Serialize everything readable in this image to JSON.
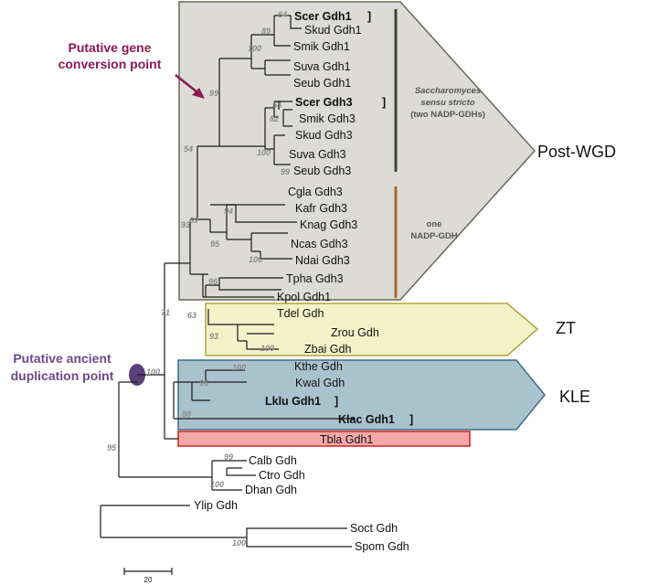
{
  "colors": {
    "post_wgd_fill": "#dcdbd7",
    "zt_fill": "#f4f2c9",
    "kle_fill": "#a9c3ce",
    "tbla_fill": "#f4a9a8",
    "tbla_border": "#cc2222",
    "conversion_label": "#8b1a4f",
    "duplication_label": "#6a4a8a",
    "duplication_marker": "#5a3f7a",
    "scer_gdh1": "#8b1a1a",
    "scer_gdh3": "#1a237e",
    "lklu": "#2e7d1e",
    "klac": "#1f8a8a",
    "sensu_stricto_bar": "#3d4a2a",
    "nadp_bar": "#b5652a"
  },
  "groups": {
    "post_wgd": "Post-WGD",
    "zt": "ZT",
    "kle": "KLE"
  },
  "annotations": {
    "conversion_line1": "Putative gene",
    "conversion_line2": "conversion point",
    "duplication_line1": "Putative ancient",
    "duplication_line2": "duplication point",
    "sensu_line1": "Saccharomyces",
    "sensu_line2": "sensu stricto",
    "sensu_line3": "(two NADP-GDHs)",
    "one_line1": "one",
    "one_line2": "NADP-GDH"
  },
  "taxa": {
    "scer_gdh1": "Scer Gdh1",
    "skud_gdh1": "Skud Gdh1",
    "smik_gdh1": "Smik Gdh1",
    "suva_gdh1": "Suva Gdh1",
    "seub_gdh1": "Seub Gdh1",
    "scer_gdh3": "Scer Gdh3",
    "smik_gdh3": "Smik Gdh3",
    "skud_gdh3": "Skud Gdh3",
    "suva_gdh3": "Suva Gdh3",
    "seub_gdh3": "Seub Gdh3",
    "cgla_gdh3": "Cgla Gdh3",
    "kafr_gdh3": "Kafr Gdh3",
    "knag_gdh3": "Knag Gdh3",
    "ncas_gdh3": "Ncas Gdh3",
    "ndai_gdh3": "Ndai Gdh3",
    "tpha_gdh3": "Tpha Gdh3",
    "kpol_gdh1": "Kpol Gdh1",
    "tdel_gdh": "Tdel Gdh",
    "zrou_gdh": "Zrou Gdh",
    "zbai_gdh": "Zbai Gdh",
    "kthe_gdh": "Kthe Gdh",
    "kwal_gdh": "Kwal Gdh",
    "lklu_gdh1": "Lklu Gdh1",
    "klac_gdh1": "Klac Gdh1",
    "tbla_gdh1": "Tbla Gdh1",
    "calb_gdh": "Calb Gdh",
    "ctro_gdh": "Ctro Gdh",
    "dhan_gdh": "Dhan Gdh",
    "ylip_gdh": "Ylip Gdh",
    "soct_gdh": "Soct Gdh",
    "spom_gdh": "Spom Gdh"
  },
  "brackets": {
    "scer_gdh1": "]",
    "scer_gdh3": "]",
    "lklu_gdh1": "]",
    "klac_gdh1": "]"
  },
  "bootstrap": {
    "b64": "64",
    "b89": "89",
    "b100_gdh1": "100",
    "b99_main": "99",
    "b54_gdh3": "54",
    "b82": "82",
    "b100_gdh3": "100",
    "b99_gdh3": "99",
    "b54_outer": "54",
    "b69": "69",
    "b93": "93",
    "b94": "94",
    "b95_inner": "95",
    "b100_ncas": "100",
    "b96_tpha": "96",
    "b63": "63",
    "b93_zt": "93",
    "b100_zt": "100",
    "b71": "71",
    "b100_kle": "100",
    "b96_kle": "96",
    "b100_kthe": "100",
    "b80": "80",
    "b95_outer": "95",
    "b99_calb": "99",
    "b100_calb": "100",
    "b100_spom": "100"
  },
  "scale_bar": {
    "label": "20"
  }
}
